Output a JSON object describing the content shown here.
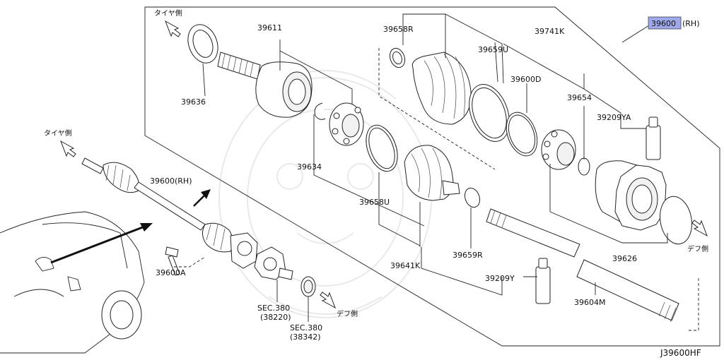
{
  "colors": {
    "highlight": "#9fa8e8",
    "line": "#222222"
  },
  "diagram_code": "J39600HF",
  "labels": {
    "assembly_rh": "39600",
    "assembly_rh_suffix": "(RH)",
    "p39611": "39611",
    "p39636": "39636",
    "p39634": "39634",
    "p39658r": "39658R",
    "p39659u": "39659U",
    "p39741k": "39741K",
    "p39600d": "39600D",
    "p39654": "39654",
    "p39209ya": "39209YA",
    "p39658u": "39658U",
    "p39641k": "39641K",
    "p39659r": "39659R",
    "p39209y": "39209Y",
    "p39626": "39626",
    "p39604m": "39604M",
    "p39600rh_shaft": "39600(RH)",
    "p39600a": "39600A",
    "sec380_1": "SEC.380",
    "sec380_1_ref": "(38220)",
    "sec380_2": "SEC.380",
    "sec380_2_ref": "(38342)"
  },
  "directions": {
    "tire_side_top": "タイヤ側",
    "tire_side_left": "タイヤ側",
    "diff_side_right": "デフ側",
    "diff_side_bottom": "デフ側"
  }
}
